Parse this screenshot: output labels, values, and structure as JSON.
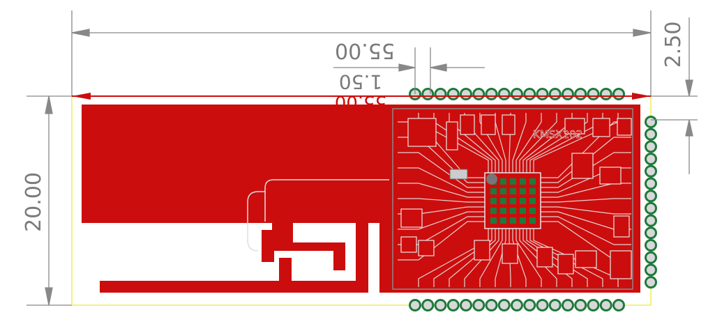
{
  "colors": {
    "copper": "#cc0d0d",
    "trace_dark": "#a30808",
    "pad_green": "#1e7a3c",
    "pad_fill": "#d8d8d8",
    "outline_yellow": "#e6e600",
    "dimension": "#888888",
    "silk": "#e8e8e8",
    "text": "#7a7a7a"
  },
  "dimensions": {
    "width_label": "55.00",
    "pad_offset_label": "1.50",
    "top_margin_label": "2.50",
    "height_label": "20.00"
  },
  "module": {
    "marking": "KMSX202",
    "hidden_label": "55.00"
  },
  "pads": {
    "top_count": 17,
    "bottom_count": 17,
    "right_count": 14
  }
}
